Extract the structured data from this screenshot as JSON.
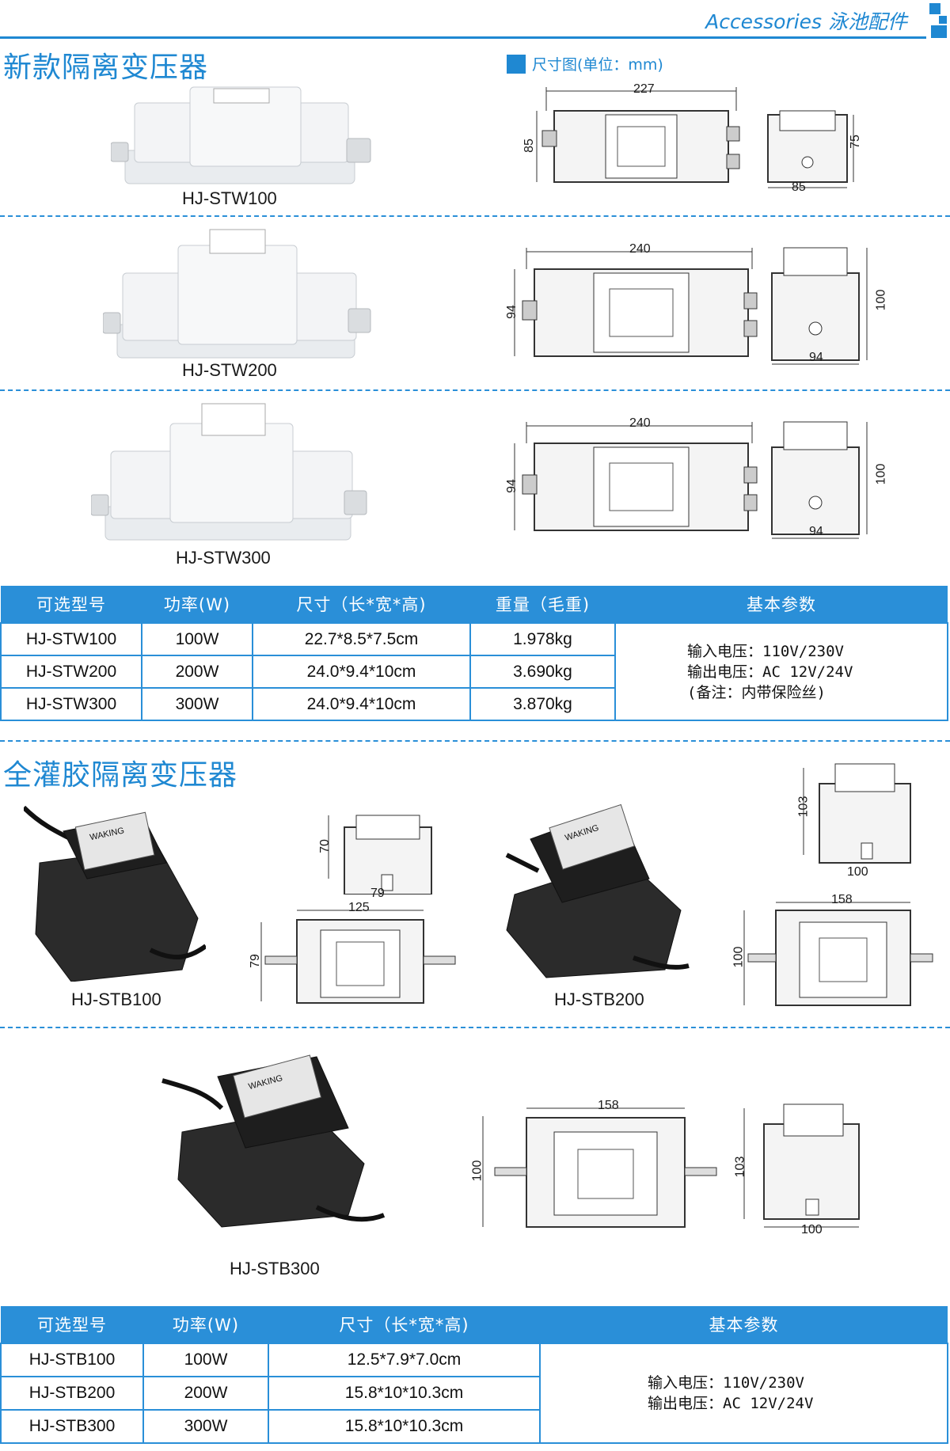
{
  "header": {
    "title": "Accessories  泳池配件"
  },
  "section1": {
    "title": "新款隔离变压器",
    "dim_legend": "尺寸图(单位：mm)",
    "products": [
      {
        "model": "HJ-STW100",
        "dims": {
          "length": "227",
          "height": "85",
          "width": "85",
          "depth": "75"
        }
      },
      {
        "model": "HJ-STW200",
        "dims": {
          "length": "240",
          "height": "94",
          "width": "94",
          "depth": "100"
        }
      },
      {
        "model": "HJ-STW300",
        "dims": {
          "length": "240",
          "height": "94",
          "width": "94",
          "depth": "100"
        }
      }
    ],
    "table": {
      "headers": [
        "可选型号",
        "功率(W)",
        "尺寸（长*宽*高)",
        "重量（毛重)",
        "基本参数"
      ],
      "rows": [
        [
          "HJ-STW100",
          "100W",
          "22.7*8.5*7.5cm",
          "1.978kg"
        ],
        [
          "HJ-STW200",
          "200W",
          "24.0*9.4*10cm",
          "3.690kg"
        ],
        [
          "HJ-STW300",
          "300W",
          "24.0*9.4*10cm",
          "3.870kg"
        ]
      ],
      "params": [
        "输入电压：110V/230V",
        "输出电压：AC 12V/24V",
        "(备注：内带保险丝)"
      ]
    }
  },
  "section2": {
    "title": "全灌胶隔离变压器",
    "products": [
      {
        "model": "HJ-STB100",
        "dims": {
          "top_length": "125",
          "top_width": "79",
          "side_height": "70",
          "side_width": "79"
        }
      },
      {
        "model": "HJ-STB200",
        "dims": {
          "top_length": "158",
          "top_width": "100",
          "side_height": "103",
          "side_width": "100"
        }
      },
      {
        "model": "HJ-STB300",
        "dims": {
          "top_length": "158",
          "top_width": "100",
          "side_height": "103",
          "side_width": "100"
        }
      }
    ],
    "brand_label": "WAKING",
    "table": {
      "headers": [
        "可选型号",
        "功率(W)",
        "尺寸（长*宽*高)",
        "基本参数"
      ],
      "rows": [
        [
          "HJ-STB100",
          "100W",
          "12.5*7.9*7.0cm"
        ],
        [
          "HJ-STB200",
          "200W",
          "15.8*10*10.3cm"
        ],
        [
          "HJ-STB300",
          "300W",
          "15.8*10*10.3cm"
        ]
      ],
      "params": [
        "输入电压：110V/230V",
        "输出电压：AC 12V/24V"
      ]
    }
  },
  "colors": {
    "accent": "#2a8fd8",
    "title": "#1f88d2"
  }
}
